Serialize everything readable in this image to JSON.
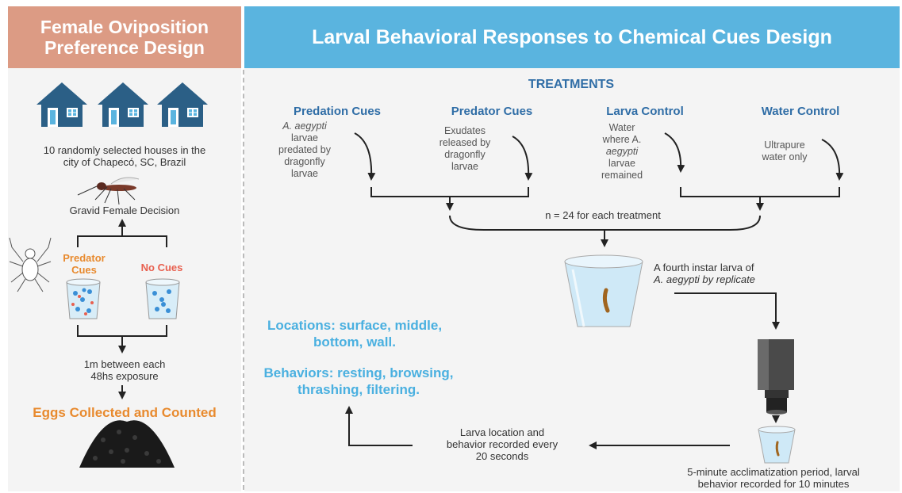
{
  "left_panel": {
    "title_line1": "Female Oviposition",
    "title_line2": "Preference Design",
    "houses_text_line1": "10 randomly selected houses in the",
    "houses_text_line2": "city of Chapecó, SC, Brazil",
    "decision_text": "Gravid Female Decision",
    "option_predator_line1": "Predator",
    "option_predator_line2": "Cues",
    "option_nocues": "No Cues",
    "exposure_line1": "1m between each",
    "exposure_line2": "48hs exposure",
    "eggs_text": "Eggs Collected and Counted"
  },
  "right_panel": {
    "title": "Larval Behavioral Responses to Chemical Cues Design",
    "treatments_heading": "TREATMENTS",
    "treatments": [
      {
        "name": "Predation Cues",
        "desc": [
          "A. aegypti",
          "larvae",
          "predated by",
          "dragonfly",
          "larvae"
        ]
      },
      {
        "name": "Predator Cues",
        "desc": [
          "Exudates",
          "released by",
          "dragonfly",
          "larvae"
        ]
      },
      {
        "name": "Larva Control",
        "desc": [
          "Water",
          "where A.",
          "aegypti",
          "larvae",
          "remained"
        ]
      },
      {
        "name": "Water Control",
        "desc": [
          "Ultrapure",
          "water only"
        ]
      }
    ],
    "n_text": "n = 24 for each treatment",
    "larva_text_line1": "A fourth instar larva of",
    "larva_text_line2": "A. aegypti by replicate",
    "locations_line1": "Locations: surface, middle,",
    "locations_line2": "bottom, wall.",
    "behaviors_line1": "Behaviors: resting, browsing,",
    "behaviors_line2": "thrashing, filtering.",
    "recorded_line1": "Larva location and",
    "recorded_line2": "behavior recorded every",
    "recorded_line3": "20 seconds",
    "acclim_line1": "5-minute acclimatization period, larval",
    "acclim_line2": "behavior recorded for 10 minutes"
  },
  "colors": {
    "left_header": "#dc9b84",
    "right_header": "#5ab4df",
    "house": "#2b5f86",
    "treatment_heading": "#2f6da6",
    "accent_orange": "#e88a2e",
    "accent_red": "#e8604f",
    "accent_blue": "#4ab0e0"
  }
}
